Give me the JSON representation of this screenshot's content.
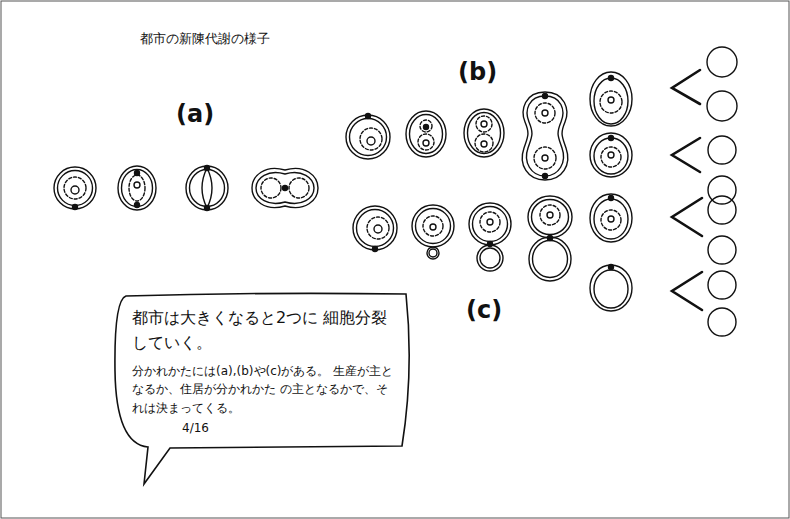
{
  "diagram": {
    "title": "都市の新陳代謝の様子",
    "nodes": [
      {
        "text": [
          "都市は大きくなると2つに 細胞分裂していく。",
          "分かれかたには(a),(b)や(c)がある。 生産が主となるか、住居が分かれかた の主となるかで、それは決まってくる。",
          "4/16"
        ]
      }
    ],
    "labels": [
      "(a)",
      "(b)",
      "(c)"
    ]
  }
}
